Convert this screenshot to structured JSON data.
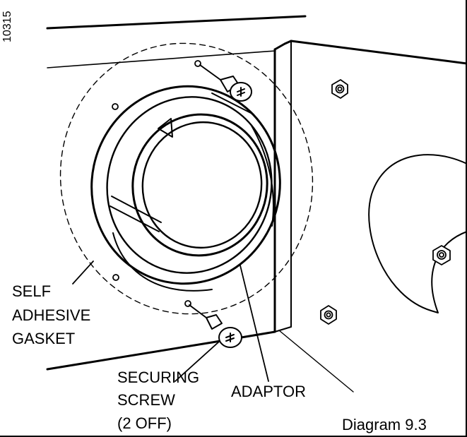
{
  "figure": {
    "reference_code": "10315",
    "caption": "Diagram 9.3"
  },
  "labels": {
    "gasket": [
      "SELF",
      "ADHESIVE",
      "GASKET"
    ],
    "screw": [
      "SECURING",
      "SCREW",
      "(2  OFF)"
    ],
    "adaptor": "ADAPTOR"
  }
}
